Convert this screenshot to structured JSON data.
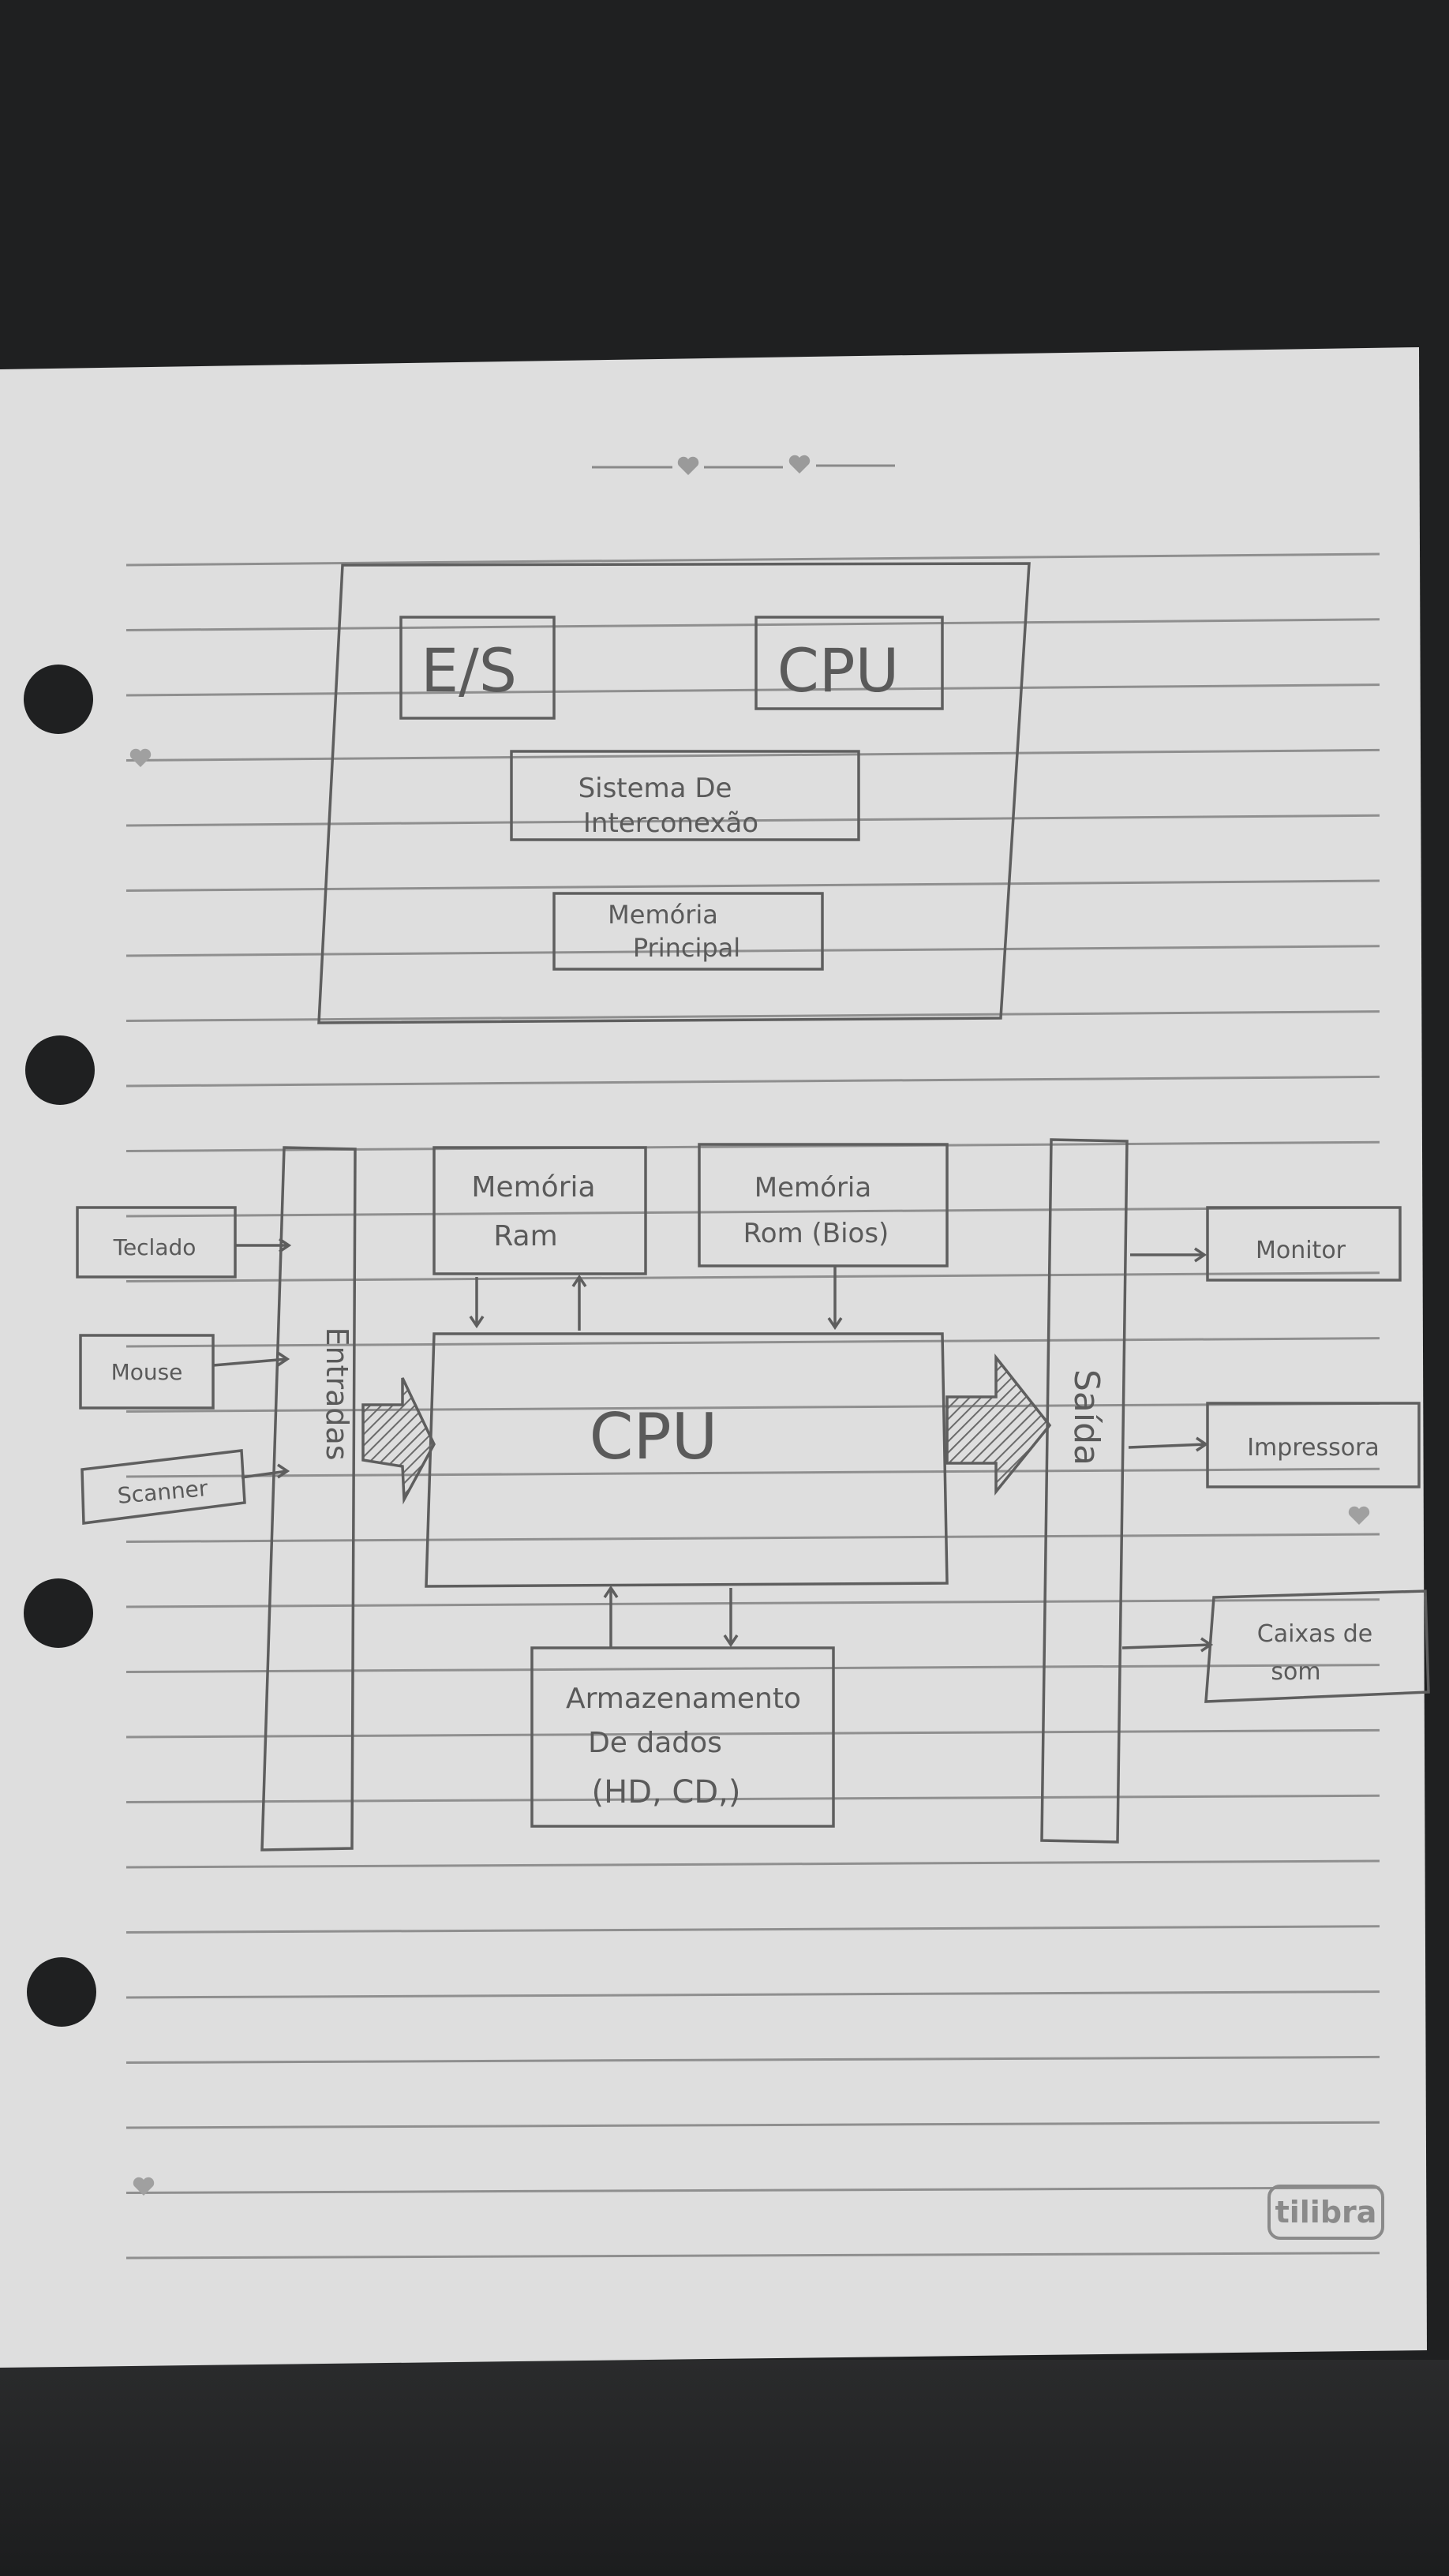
{
  "diagram_top": {
    "labels": {
      "es": "E/S",
      "cpu": "CPU",
      "interconnect": [
        "Sistema De",
        "Interconexão"
      ],
      "memory": [
        "Memória",
        "Principal"
      ]
    }
  },
  "diagram_bottom": {
    "inputs": [
      "Teclado",
      "Mouse",
      "Scanner"
    ],
    "entry_bus": "Entradas",
    "exit_bus": "Saída",
    "ram": [
      "Memória",
      "Ram"
    ],
    "rom": [
      "Memória",
      "Rom (Bios)"
    ],
    "cpu": "CPU",
    "storage": [
      "Armazenamento",
      "De dados",
      "(HD, CD,)"
    ],
    "outputs": [
      [
        "Monitor"
      ],
      [
        "Impressora"
      ],
      [
        "Caixas de",
        "som"
      ]
    ]
  },
  "brand": "tilibra",
  "colors": {
    "paper": "#dfdfdf",
    "pencil": "#5a5a5a",
    "rule": "#8f8f8f",
    "table": "#1f2021"
  }
}
